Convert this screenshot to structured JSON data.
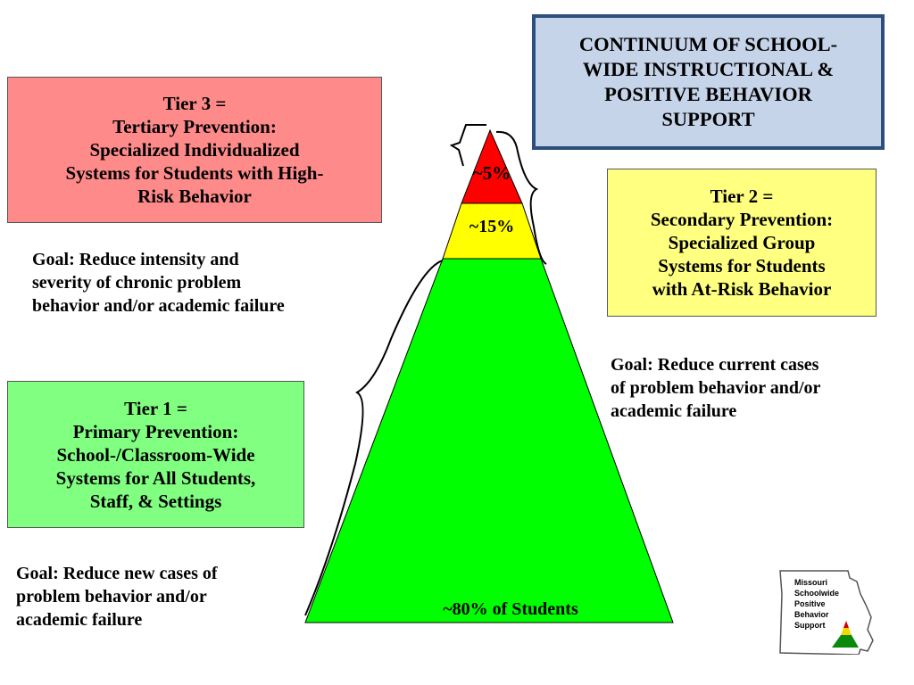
{
  "title": {
    "lines": [
      "CONTINUUM OF SCHOOL-",
      "WIDE INSTRUCTIONAL &",
      "POSITIVE BEHAVIOR",
      "SUPPORT"
    ]
  },
  "tier3": {
    "lines": [
      "Tier 3 =",
      "Tertiary Prevention:",
      "Specialized Individualized",
      "Systems for Students with High-",
      "Risk Behavior"
    ],
    "goal": [
      "Goal: Reduce intensity and",
      "severity of chronic problem",
      "behavior and/or academic failure"
    ]
  },
  "tier2": {
    "lines": [
      "Tier 2 =",
      "Secondary Prevention:",
      "Specialized Group",
      "Systems for Students",
      "with At-Risk Behavior"
    ],
    "goal": [
      "Goal:  Reduce current cases",
      "of problem behavior and/or",
      "academic failure"
    ]
  },
  "tier1": {
    "lines": [
      "Tier 1 =",
      "Primary Prevention:",
      "School-/Classroom-Wide",
      "Systems for All Students,",
      "Staff, & Settings"
    ],
    "goal": [
      "Goal:  Reduce new cases of",
      "problem behavior and/or",
      "academic failure"
    ]
  },
  "pyramid": {
    "top_label": "~5%",
    "middle_label": "~15%",
    "bottom_label": "~80%  of Students",
    "colors": {
      "top": "#ff0000",
      "middle": "#ffff00",
      "bottom": "#00ff00"
    }
  },
  "logo": {
    "lines": [
      "Missouri",
      "Schoolwide",
      "Positive",
      "Behavior",
      "Support"
    ]
  }
}
